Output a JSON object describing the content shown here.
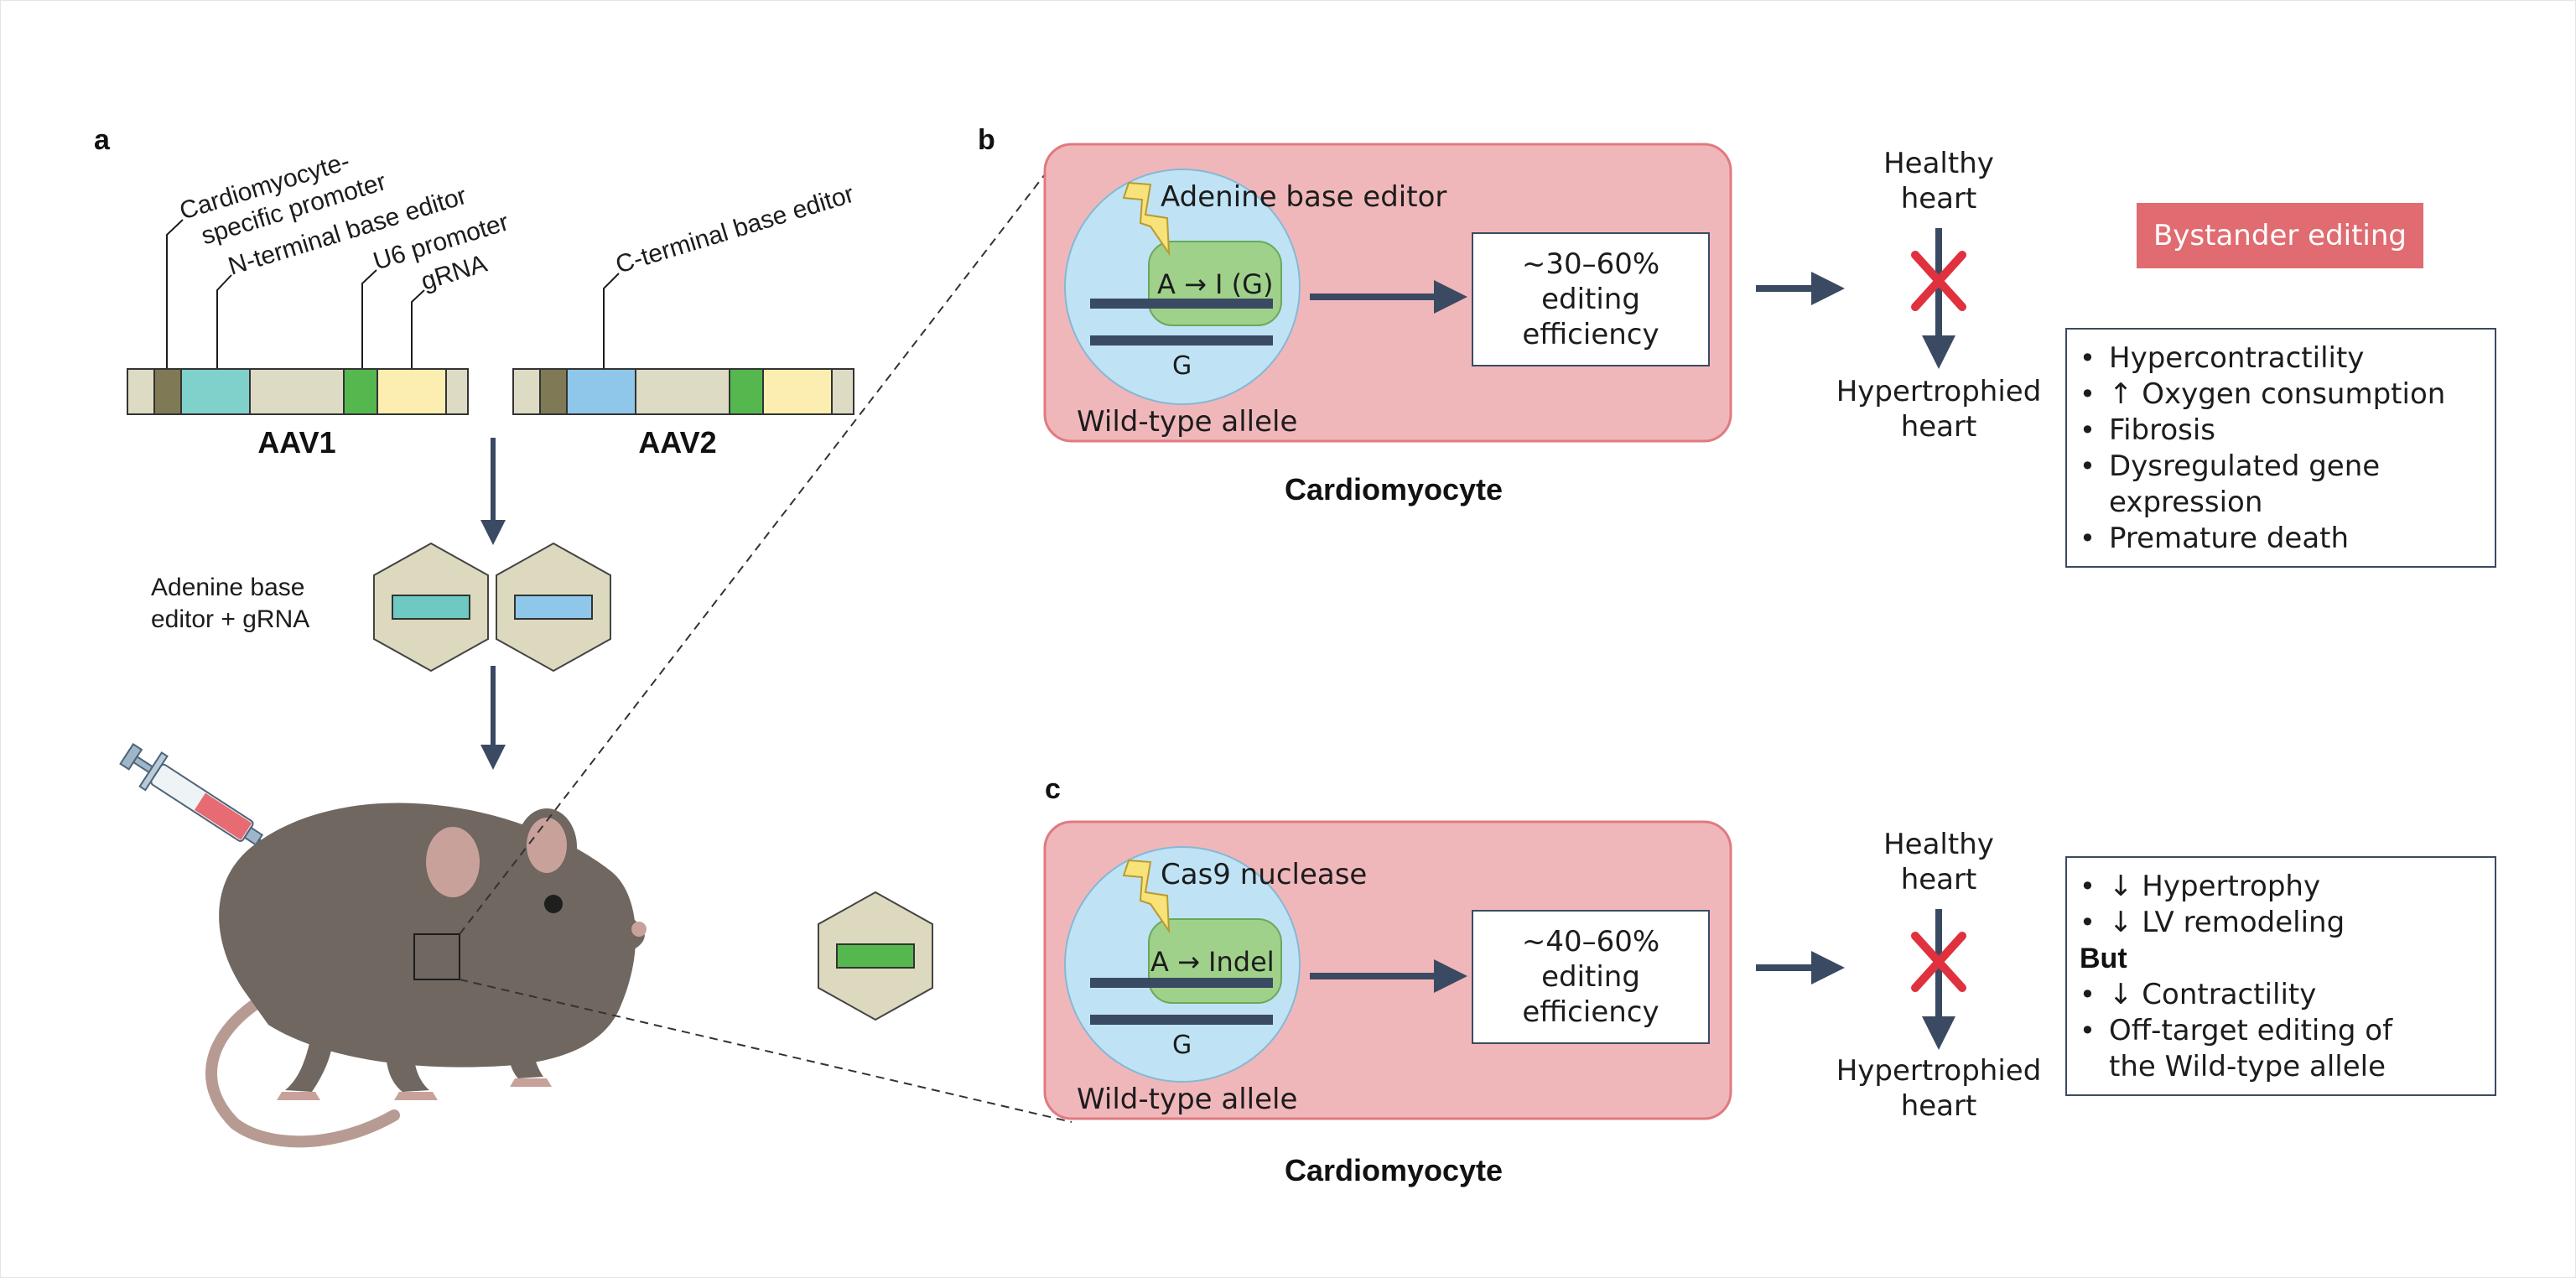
{
  "panels": {
    "a": "a",
    "b": "b",
    "c": "c"
  },
  "vectors": {
    "promoter_label": [
      "Cardiomyocyte-",
      "specific promoter"
    ],
    "n_terminal_label": "N-terminal base editor",
    "u6_label": "U6 promoter",
    "grna_label": "gRNA",
    "c_terminal_label": "C-terminal base editor",
    "aav1": "AAV1",
    "aav2": "AAV2"
  },
  "delivery": {
    "capsid_label": [
      "Adenine base",
      "editor + gRNA"
    ]
  },
  "panel_b": {
    "editor": "Adenine base editor",
    "edit": "A → I (G)",
    "strand_base": "G",
    "allele": "Wild-type allele",
    "efficiency": [
      "~30–60%",
      "editing",
      "efficiency"
    ],
    "cell": "Cardiomyocyte",
    "healthy": [
      "Healthy",
      "heart"
    ],
    "hypertrophied": [
      "Hypertrophied",
      "heart"
    ],
    "badge": "Bystander editing",
    "outcomes": [
      "Hypercontractility",
      "↑ Oxygen consumption",
      "Fibrosis",
      "Dysregulated gene",
      "expression",
      "Premature death"
    ]
  },
  "panel_c": {
    "editor": "Cas9 nuclease",
    "edit": "A → Indel",
    "strand_base": "G",
    "allele": "Wild-type allele",
    "efficiency": [
      "~40–60%",
      "editing",
      "efficiency"
    ],
    "cell": "Cardiomyocyte",
    "healthy": [
      "Healthy",
      "heart"
    ],
    "hypertrophied": [
      "Hypertrophied",
      "heart"
    ],
    "outcomes": [
      "↓ Hypertrophy",
      "↓ LV remodeling",
      "But",
      "↓ Contractility",
      "Off-target editing of",
      "the Wild-type allele"
    ]
  },
  "colors": {
    "arrow": "#3b4a63",
    "cell_fill": "#f0b7bb",
    "cell_border": "#e07a80",
    "nucleus": "#bfe3f5",
    "editor_green": "#9fd18a",
    "badge": "#e06b70",
    "cross": "#e0313f",
    "capsid": "#dcd9bf"
  },
  "icons": [
    "lightning-icon",
    "red-cross-icon",
    "syringe-icon",
    "mouse-icon",
    "capsid-icon"
  ]
}
